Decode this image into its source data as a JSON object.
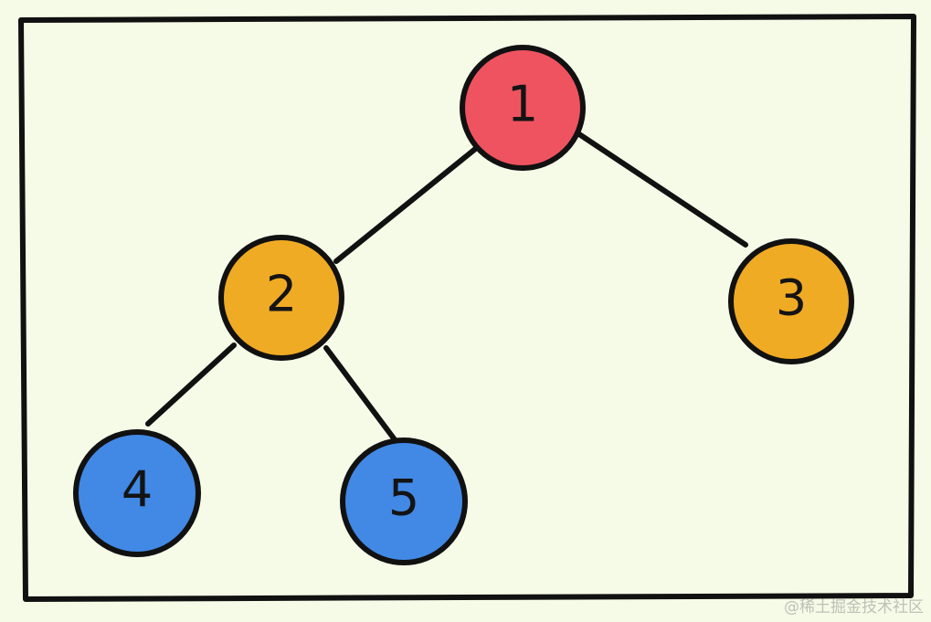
{
  "diagram": {
    "nodes": [
      {
        "id": "1",
        "label": "1",
        "color": "#ef5360"
      },
      {
        "id": "2",
        "label": "2",
        "color": "#f0ab24"
      },
      {
        "id": "3",
        "label": "3",
        "color": "#f0ab24"
      },
      {
        "id": "4",
        "label": "4",
        "color": "#4189e5"
      },
      {
        "id": "5",
        "label": "5",
        "color": "#4189e5"
      }
    ],
    "edges": [
      {
        "from": "1",
        "to": "2"
      },
      {
        "from": "1",
        "to": "3"
      },
      {
        "from": "2",
        "to": "4"
      },
      {
        "from": "2",
        "to": "5"
      }
    ],
    "colors": {
      "background": "#f6fbe8",
      "outline": "#111111"
    }
  },
  "watermark": "@稀土掘金技术社区"
}
